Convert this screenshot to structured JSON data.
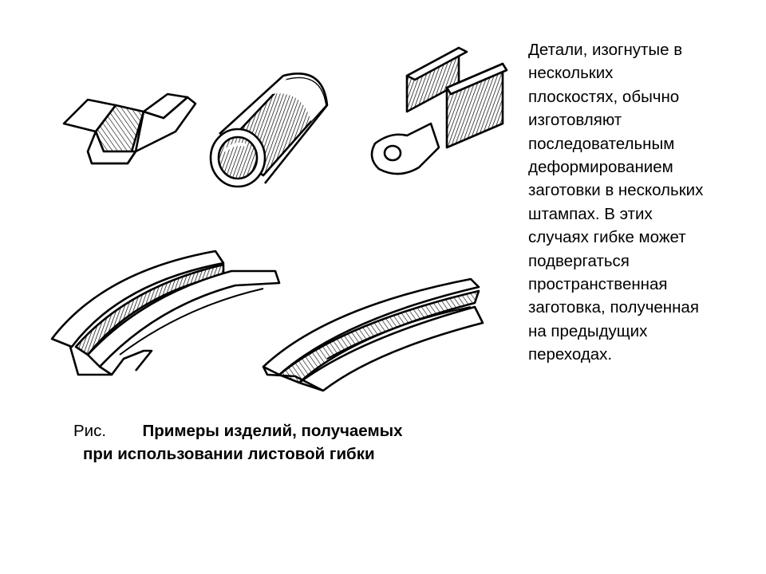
{
  "body_text": {
    "lines": [
      "Детали, изогнутые в",
      "нескольких",
      "плоскостях, обычно",
      "изготовляют",
      "последовательным",
      "деформированием",
      "заготовки в нескольких",
      "штампах. В этих",
      "случаях гибке может",
      "подвергаться",
      "пространственная",
      "заготовка, полученная",
      "на предыдущих",
      "переходах."
    ]
  },
  "caption": {
    "label": "Рис.",
    "title_line1": "Примеры изделий, получаемых",
    "title_line2": "при использовании листовой гибки"
  }
}
